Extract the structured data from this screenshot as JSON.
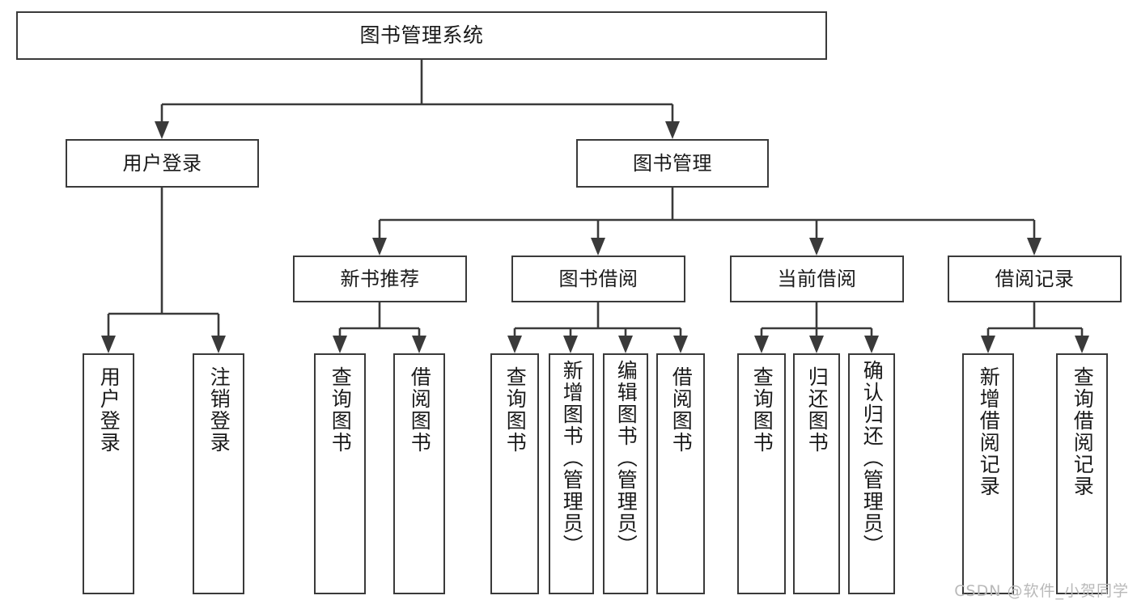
{
  "diagram": {
    "type": "tree",
    "title": "图书管理系统",
    "root": {
      "id": "root",
      "label": "图书管理系统"
    },
    "level2": [
      {
        "id": "user-login",
        "label": "用户登录"
      },
      {
        "id": "book-manage",
        "label": "图书管理"
      }
    ],
    "level3": [
      {
        "id": "new-book-rec",
        "label": "新书推荐",
        "parent": "book-manage"
      },
      {
        "id": "book-borrow",
        "label": "图书借阅",
        "parent": "book-manage"
      },
      {
        "id": "current-borrow",
        "label": "当前借阅",
        "parent": "book-manage"
      },
      {
        "id": "borrow-record",
        "label": "借阅记录",
        "parent": "book-manage"
      }
    ],
    "leaves": [
      {
        "id": "leaf-user-login",
        "label": "用户登录",
        "parent": "user-login"
      },
      {
        "id": "leaf-user-logout",
        "label": "注销登录",
        "parent": "user-login"
      },
      {
        "id": "leaf-query-book-1",
        "label": "查询图书",
        "parent": "new-book-rec"
      },
      {
        "id": "leaf-borrow-book-1",
        "label": "借阅图书",
        "parent": "new-book-rec"
      },
      {
        "id": "leaf-query-book-2",
        "label": "查询图书",
        "parent": "book-borrow"
      },
      {
        "id": "leaf-add-book",
        "label": "新增图书（管理员）",
        "parent": "book-borrow"
      },
      {
        "id": "leaf-edit-book",
        "label": "编辑图书（管理员）",
        "parent": "book-borrow"
      },
      {
        "id": "leaf-borrow-book-2",
        "label": "借阅图书",
        "parent": "book-borrow"
      },
      {
        "id": "leaf-query-book-3",
        "label": "查询图书",
        "parent": "current-borrow"
      },
      {
        "id": "leaf-return-book",
        "label": "归还图书",
        "parent": "current-borrow"
      },
      {
        "id": "leaf-confirm-return",
        "label": "确认归还（管理员）",
        "parent": "current-borrow"
      },
      {
        "id": "leaf-add-record",
        "label": "新增借阅记录",
        "parent": "borrow-record"
      },
      {
        "id": "leaf-query-record",
        "label": "查询借阅记录",
        "parent": "borrow-record"
      }
    ],
    "watermark": "CSDN @软件_小贺同学",
    "colors": {
      "stroke": "#3a3a3a",
      "fill": "#ffffff",
      "text": "#1a1a1a",
      "watermark": "#b9b9b9"
    }
  }
}
